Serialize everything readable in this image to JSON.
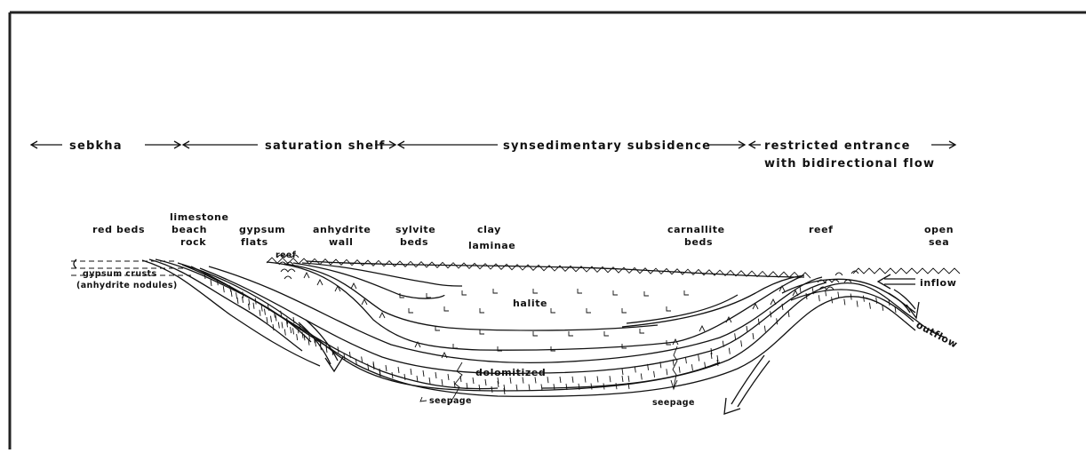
{
  "zones": {
    "sebkha": "sebkha",
    "saturation_shelf": "saturation shelf",
    "synsedimentary_subsidence": "synsedimentary subsidence",
    "restricted_entrance_1": "restricted entrance",
    "restricted_entrance_2": "with bidirectional flow"
  },
  "labels": {
    "red_beds": "red beds",
    "limestone": "limestone",
    "beach": "beach",
    "rock": "rock",
    "gypsum": "gypsum",
    "flats": "flats",
    "anhydrite": "anhydrite",
    "wall": "wall",
    "sylvite": "sylvite",
    "beds": "beds",
    "clay": "clay",
    "laminae": "laminae",
    "carnallite": "carnallite",
    "carnallite_beds": "beds",
    "reef_right": "reef",
    "open": "open",
    "sea": "sea",
    "reef_left": "reef",
    "gypsum_crusts": "gypsum crusts",
    "anhydrite_nodules": "(anhydrite nodules)",
    "halite": "halite",
    "inflow": "inflow",
    "outflow": "outflow",
    "dolomitized": "dolomitized",
    "seepage_left": "seepage",
    "seepage_right": "seepage"
  }
}
